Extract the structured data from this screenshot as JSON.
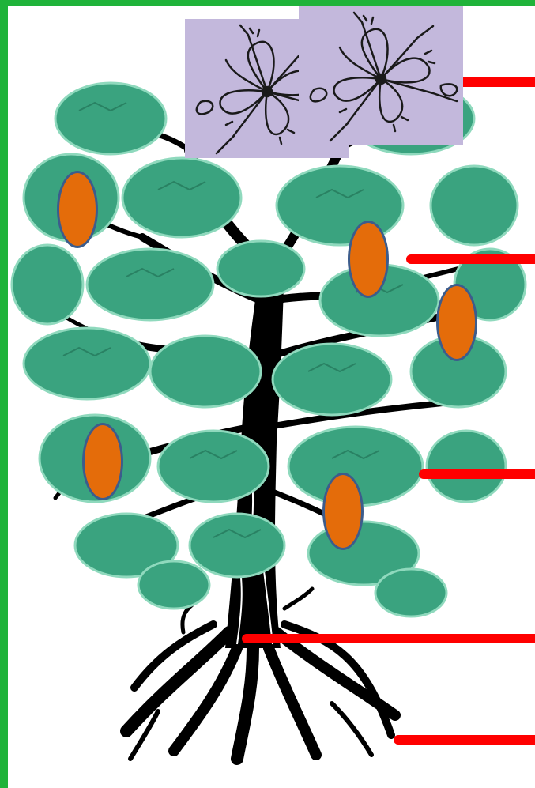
{
  "colors": {
    "frame": "#1fb33a",
    "foliage": "#3aa37f",
    "foliage_light": "#8fd9bd",
    "trunk": "#000000",
    "fruit_fill": "#e46c0a",
    "fruit_border": "#3c5c8c",
    "pointer": "#ff0000",
    "panel_bg": "#c3b8dc"
  },
  "icons": {
    "flower": "flower-drawing-icon",
    "fruit": "fruit-oval-icon"
  },
  "flower_panels": [
    {
      "name": "flower-panel-left"
    },
    {
      "name": "flower-panel-right"
    }
  ],
  "fruits": [
    {
      "name": "fruit-left-upper"
    },
    {
      "name": "fruit-center-upper"
    },
    {
      "name": "fruit-right"
    },
    {
      "name": "fruit-left-lower"
    },
    {
      "name": "fruit-center-lower"
    }
  ],
  "pointer_lines": [
    {
      "name": "pointer-flower"
    },
    {
      "name": "pointer-fruit"
    },
    {
      "name": "pointer-branches"
    },
    {
      "name": "pointer-trunk"
    },
    {
      "name": "pointer-roots"
    }
  ]
}
